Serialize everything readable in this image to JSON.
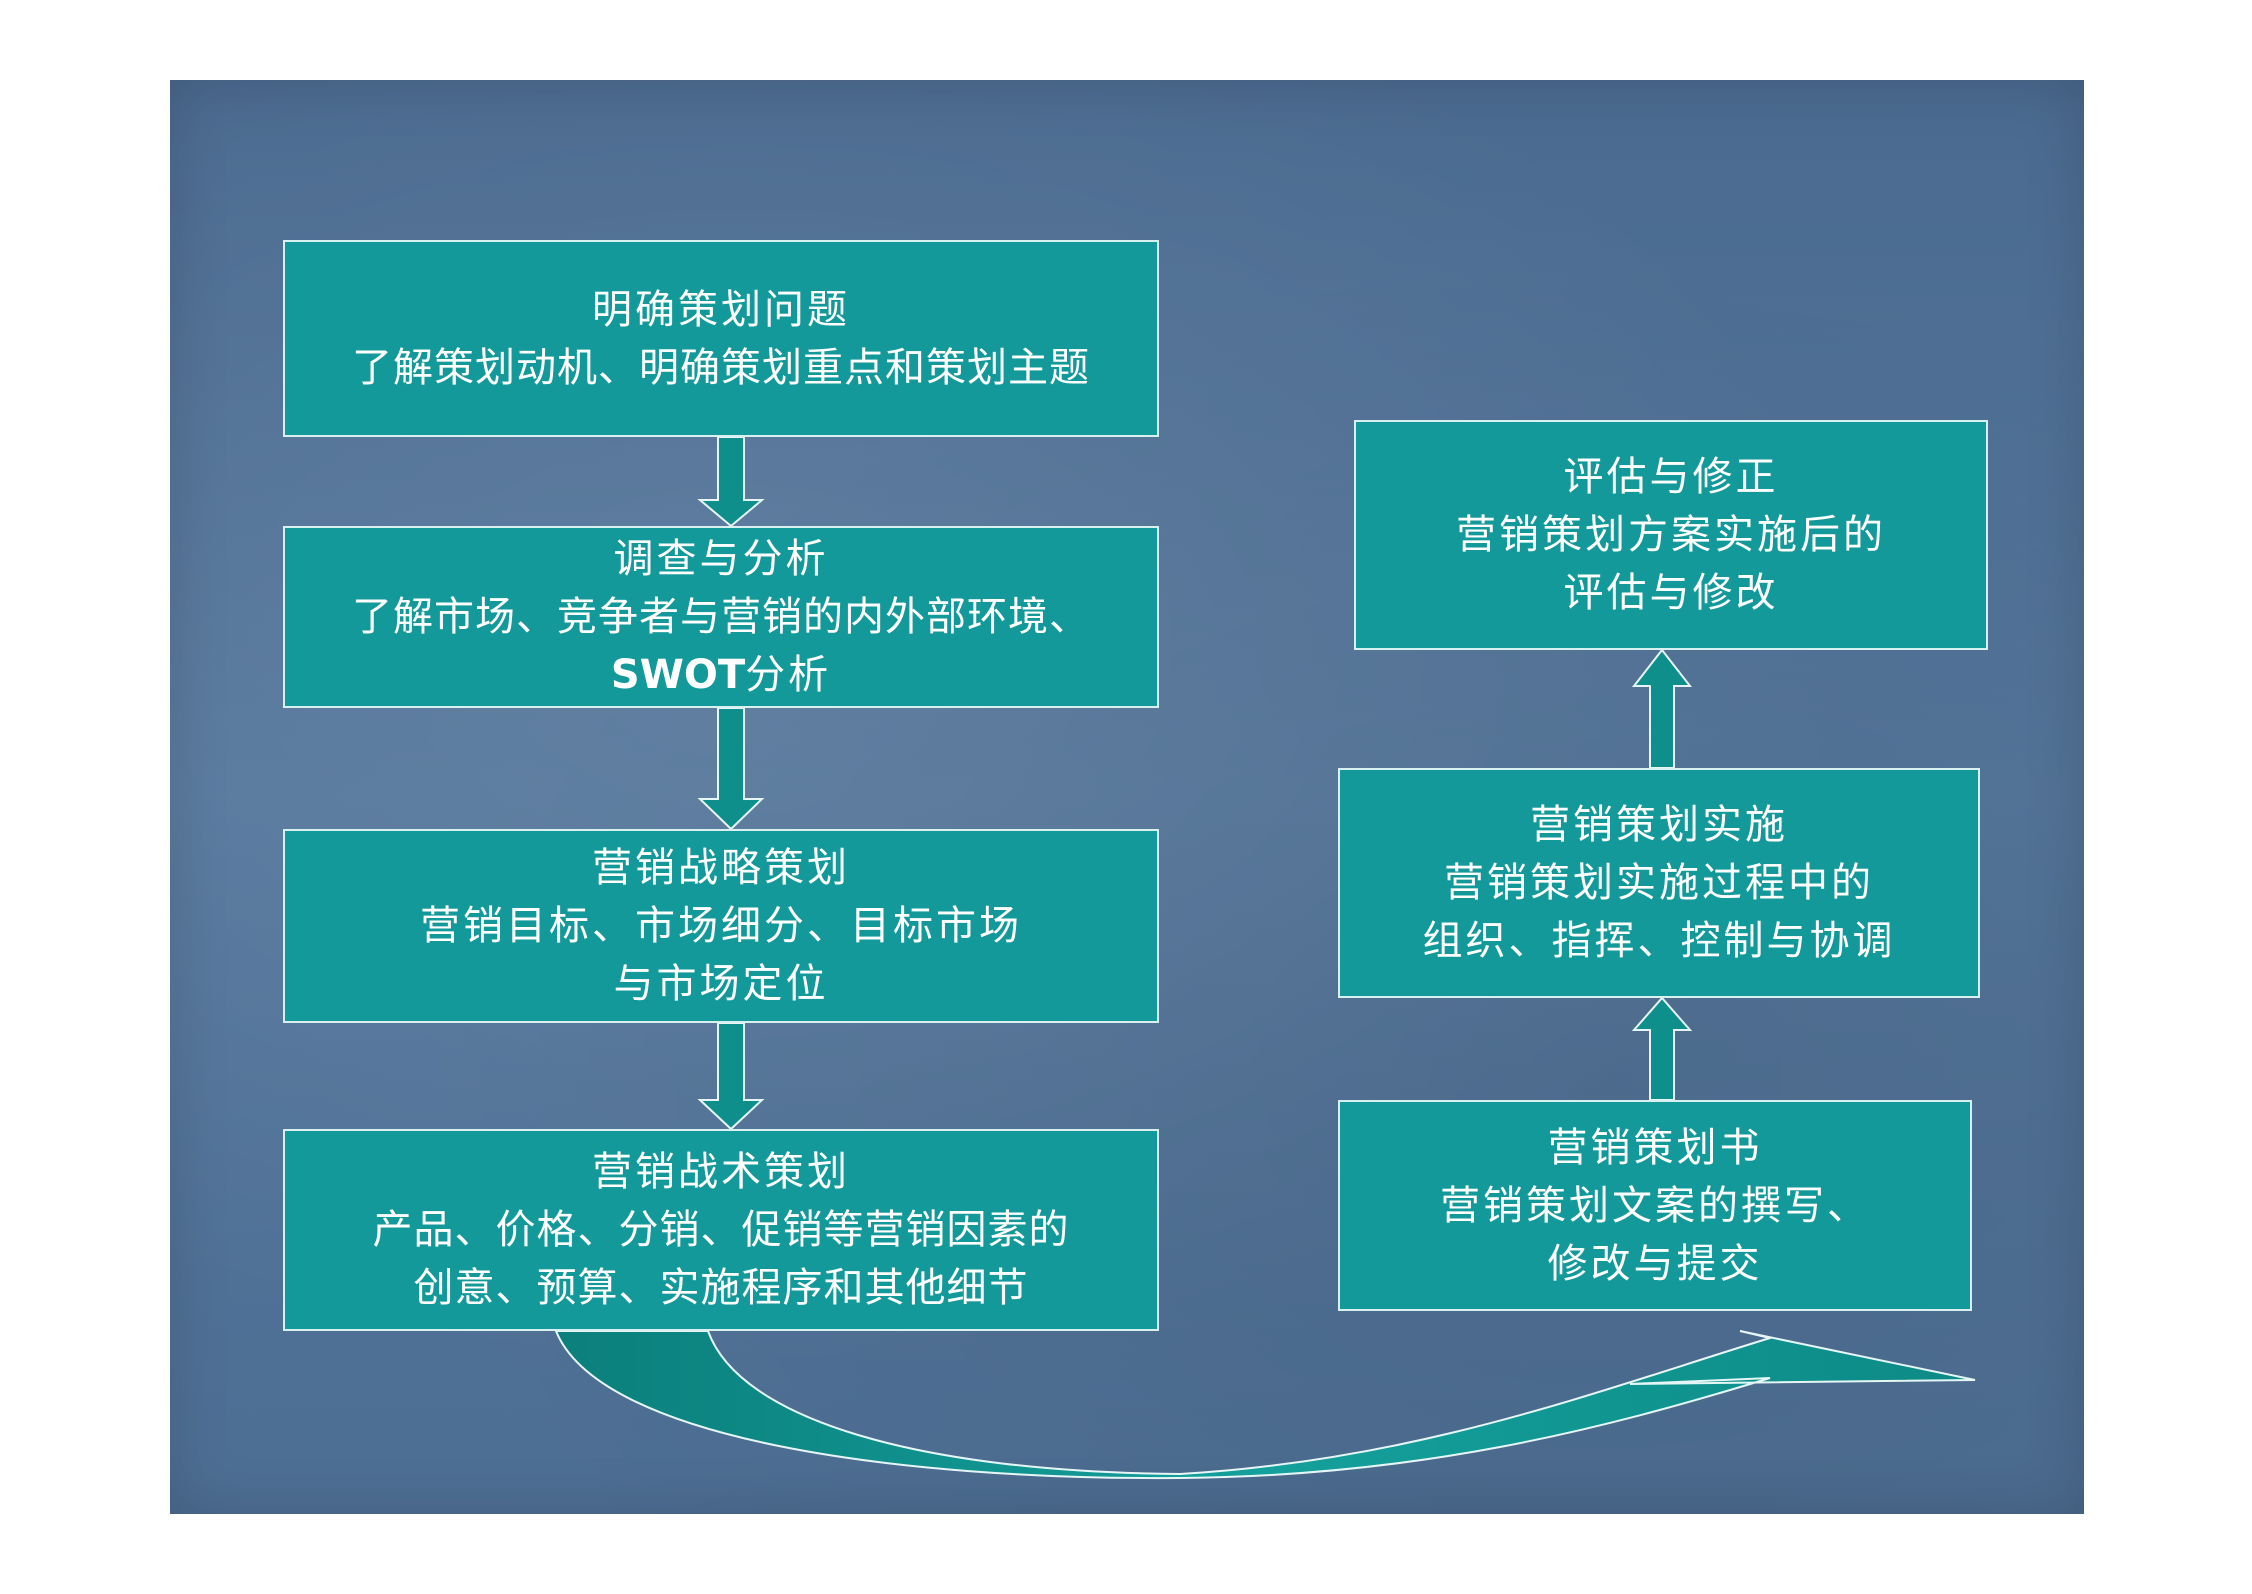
{
  "steps": {
    "problem": {
      "title": "明确策划问题",
      "lines": [
        "了解策划动机、明确策划重点和策划主题"
      ]
    },
    "research": {
      "title": "调查与分析",
      "lines": [
        "了解市场、竞争者与营销的内外部环境、"
      ],
      "swot": "SWOT",
      "swot_suffix": "分析"
    },
    "strategy": {
      "title": "营销战略策划",
      "lines": [
        "营销目标、市场细分、目标市场",
        "与市场定位"
      ]
    },
    "tactics": {
      "title": "营销战术策划",
      "lines": [
        "产品、价格、分销、促销等营销因素的",
        "创意、预算、实施程序和其他细节"
      ]
    },
    "plan_book": {
      "title": "营销策划书",
      "lines": [
        "营销策划文案的撰写、",
        "修改与提交"
      ]
    },
    "implementation": {
      "title": "营销策划实施",
      "lines": [
        "营销策划实施过程中的",
        "组织、指挥、控制与协调"
      ]
    },
    "evaluation": {
      "title": "评估与修正",
      "lines": [
        "营销策划方案实施后的",
        "评估与修改"
      ]
    }
  },
  "colors": {
    "slide_bg": "#4e6f95",
    "box_fill": "#14999a",
    "box_border": "#d8f0f0",
    "arrow_fill": "#0f8f8c"
  }
}
